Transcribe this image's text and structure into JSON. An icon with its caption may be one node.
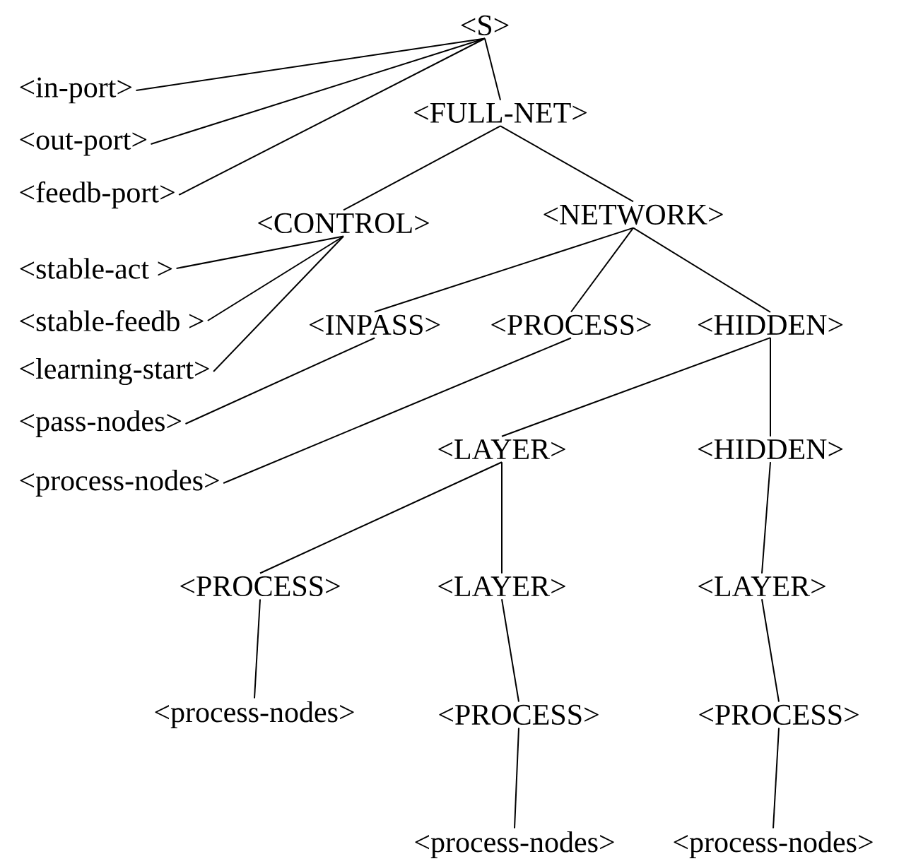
{
  "diagram": {
    "nodes": [
      {
        "text": [
          "<S>"
        ]
      },
      {
        "text": [
          "<in-port>"
        ]
      },
      {
        "text": [
          "<FULL-NET>"
        ]
      },
      {
        "text": [
          "<out-port>"
        ]
      },
      {
        "text": [
          "<feedb-port>"
        ]
      },
      {
        "text": [
          "<CONTROL>"
        ]
      },
      {
        "text": [
          "<NETWORK>"
        ]
      },
      {
        "text": [
          "<stable-act >"
        ]
      },
      {
        "text": [
          "<stable-feedb >"
        ]
      },
      {
        "text": [
          "<INPASS>"
        ]
      },
      {
        "text": [
          "<PROCESS>"
        ]
      },
      {
        "text": [
          "<HIDDEN>"
        ]
      },
      {
        "text": [
          "<learning-start>"
        ]
      },
      {
        "text": [
          "<pass-nodes>"
        ]
      },
      {
        "text": [
          "<LAYER>"
        ]
      },
      {
        "text": [
          "<HIDDEN>"
        ]
      },
      {
        "text": [
          "<process-nodes>"
        ]
      },
      {
        "text": [
          "<PROCESS>"
        ]
      },
      {
        "text": [
          "<LAYER>"
        ]
      },
      {
        "text": [
          "<LAYER>"
        ]
      },
      {
        "text": [
          "<process-nodes>"
        ]
      },
      {
        "text": [
          "<PROCESS>"
        ]
      },
      {
        "text": [
          "<PROCESS>"
        ]
      },
      {
        "text": [
          "<process-nodes>"
        ]
      },
      {
        "text": [
          "<process-nodes>"
        ]
      }
    ],
    "edges": [
      {
        "from": 0,
        "to": 1,
        "arrow": "none"
      },
      {
        "from": 0,
        "to": 3,
        "arrow": "none"
      },
      {
        "from": 0,
        "to": 4,
        "arrow": "none"
      },
      {
        "from": 0,
        "to": 2,
        "arrow": "none"
      },
      {
        "from": 2,
        "to": 5,
        "arrow": "none"
      },
      {
        "from": 2,
        "to": 6,
        "arrow": "none"
      },
      {
        "from": 5,
        "to": 7,
        "arrow": "none"
      },
      {
        "from": 5,
        "to": 8,
        "arrow": "none"
      },
      {
        "from": 5,
        "to": 12,
        "arrow": "none"
      },
      {
        "from": 6,
        "to": 9,
        "arrow": "none"
      },
      {
        "from": 6,
        "to": 10,
        "arrow": "none"
      },
      {
        "from": 6,
        "to": 11,
        "arrow": "none"
      },
      {
        "from": 9,
        "to": 13,
        "arrow": "none"
      },
      {
        "from": 10,
        "to": 16,
        "arrow": "none"
      },
      {
        "from": 11,
        "to": 14,
        "arrow": "none"
      },
      {
        "from": 11,
        "to": 15,
        "arrow": "none"
      },
      {
        "from": 14,
        "to": 17,
        "arrow": "none"
      },
      {
        "from": 14,
        "to": 18,
        "arrow": "none"
      },
      {
        "from": 15,
        "to": 19,
        "arrow": "none"
      },
      {
        "from": 17,
        "to": 20,
        "arrow": "none"
      },
      {
        "from": 18,
        "to": 21,
        "arrow": "none"
      },
      {
        "from": 19,
        "to": 22,
        "arrow": "none"
      },
      {
        "from": 21,
        "to": 23,
        "arrow": "none"
      },
      {
        "from": 22,
        "to": 24,
        "arrow": "none"
      }
    ]
  }
}
